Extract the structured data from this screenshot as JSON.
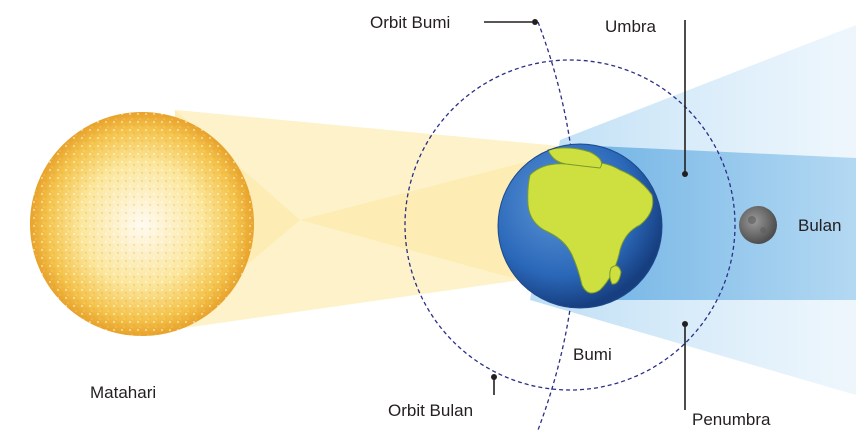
{
  "labels": {
    "sun": "Matahari",
    "earth": "Bumi",
    "moon": "Bulan",
    "earth_orbit": "Orbit Bumi",
    "moon_orbit": "Orbit Bulan",
    "umbra": "Umbra",
    "penumbra": "Penumbra"
  },
  "colors": {
    "sun_light": "#fde9a6",
    "umbra": "#8ec4ea",
    "penumbra": "#cde6f7",
    "orbit_line": "#2b2f86",
    "ocean": "#2a67b8",
    "land": "#cde040",
    "moon": "#6d6d6d",
    "label_text": "#231f20"
  }
}
